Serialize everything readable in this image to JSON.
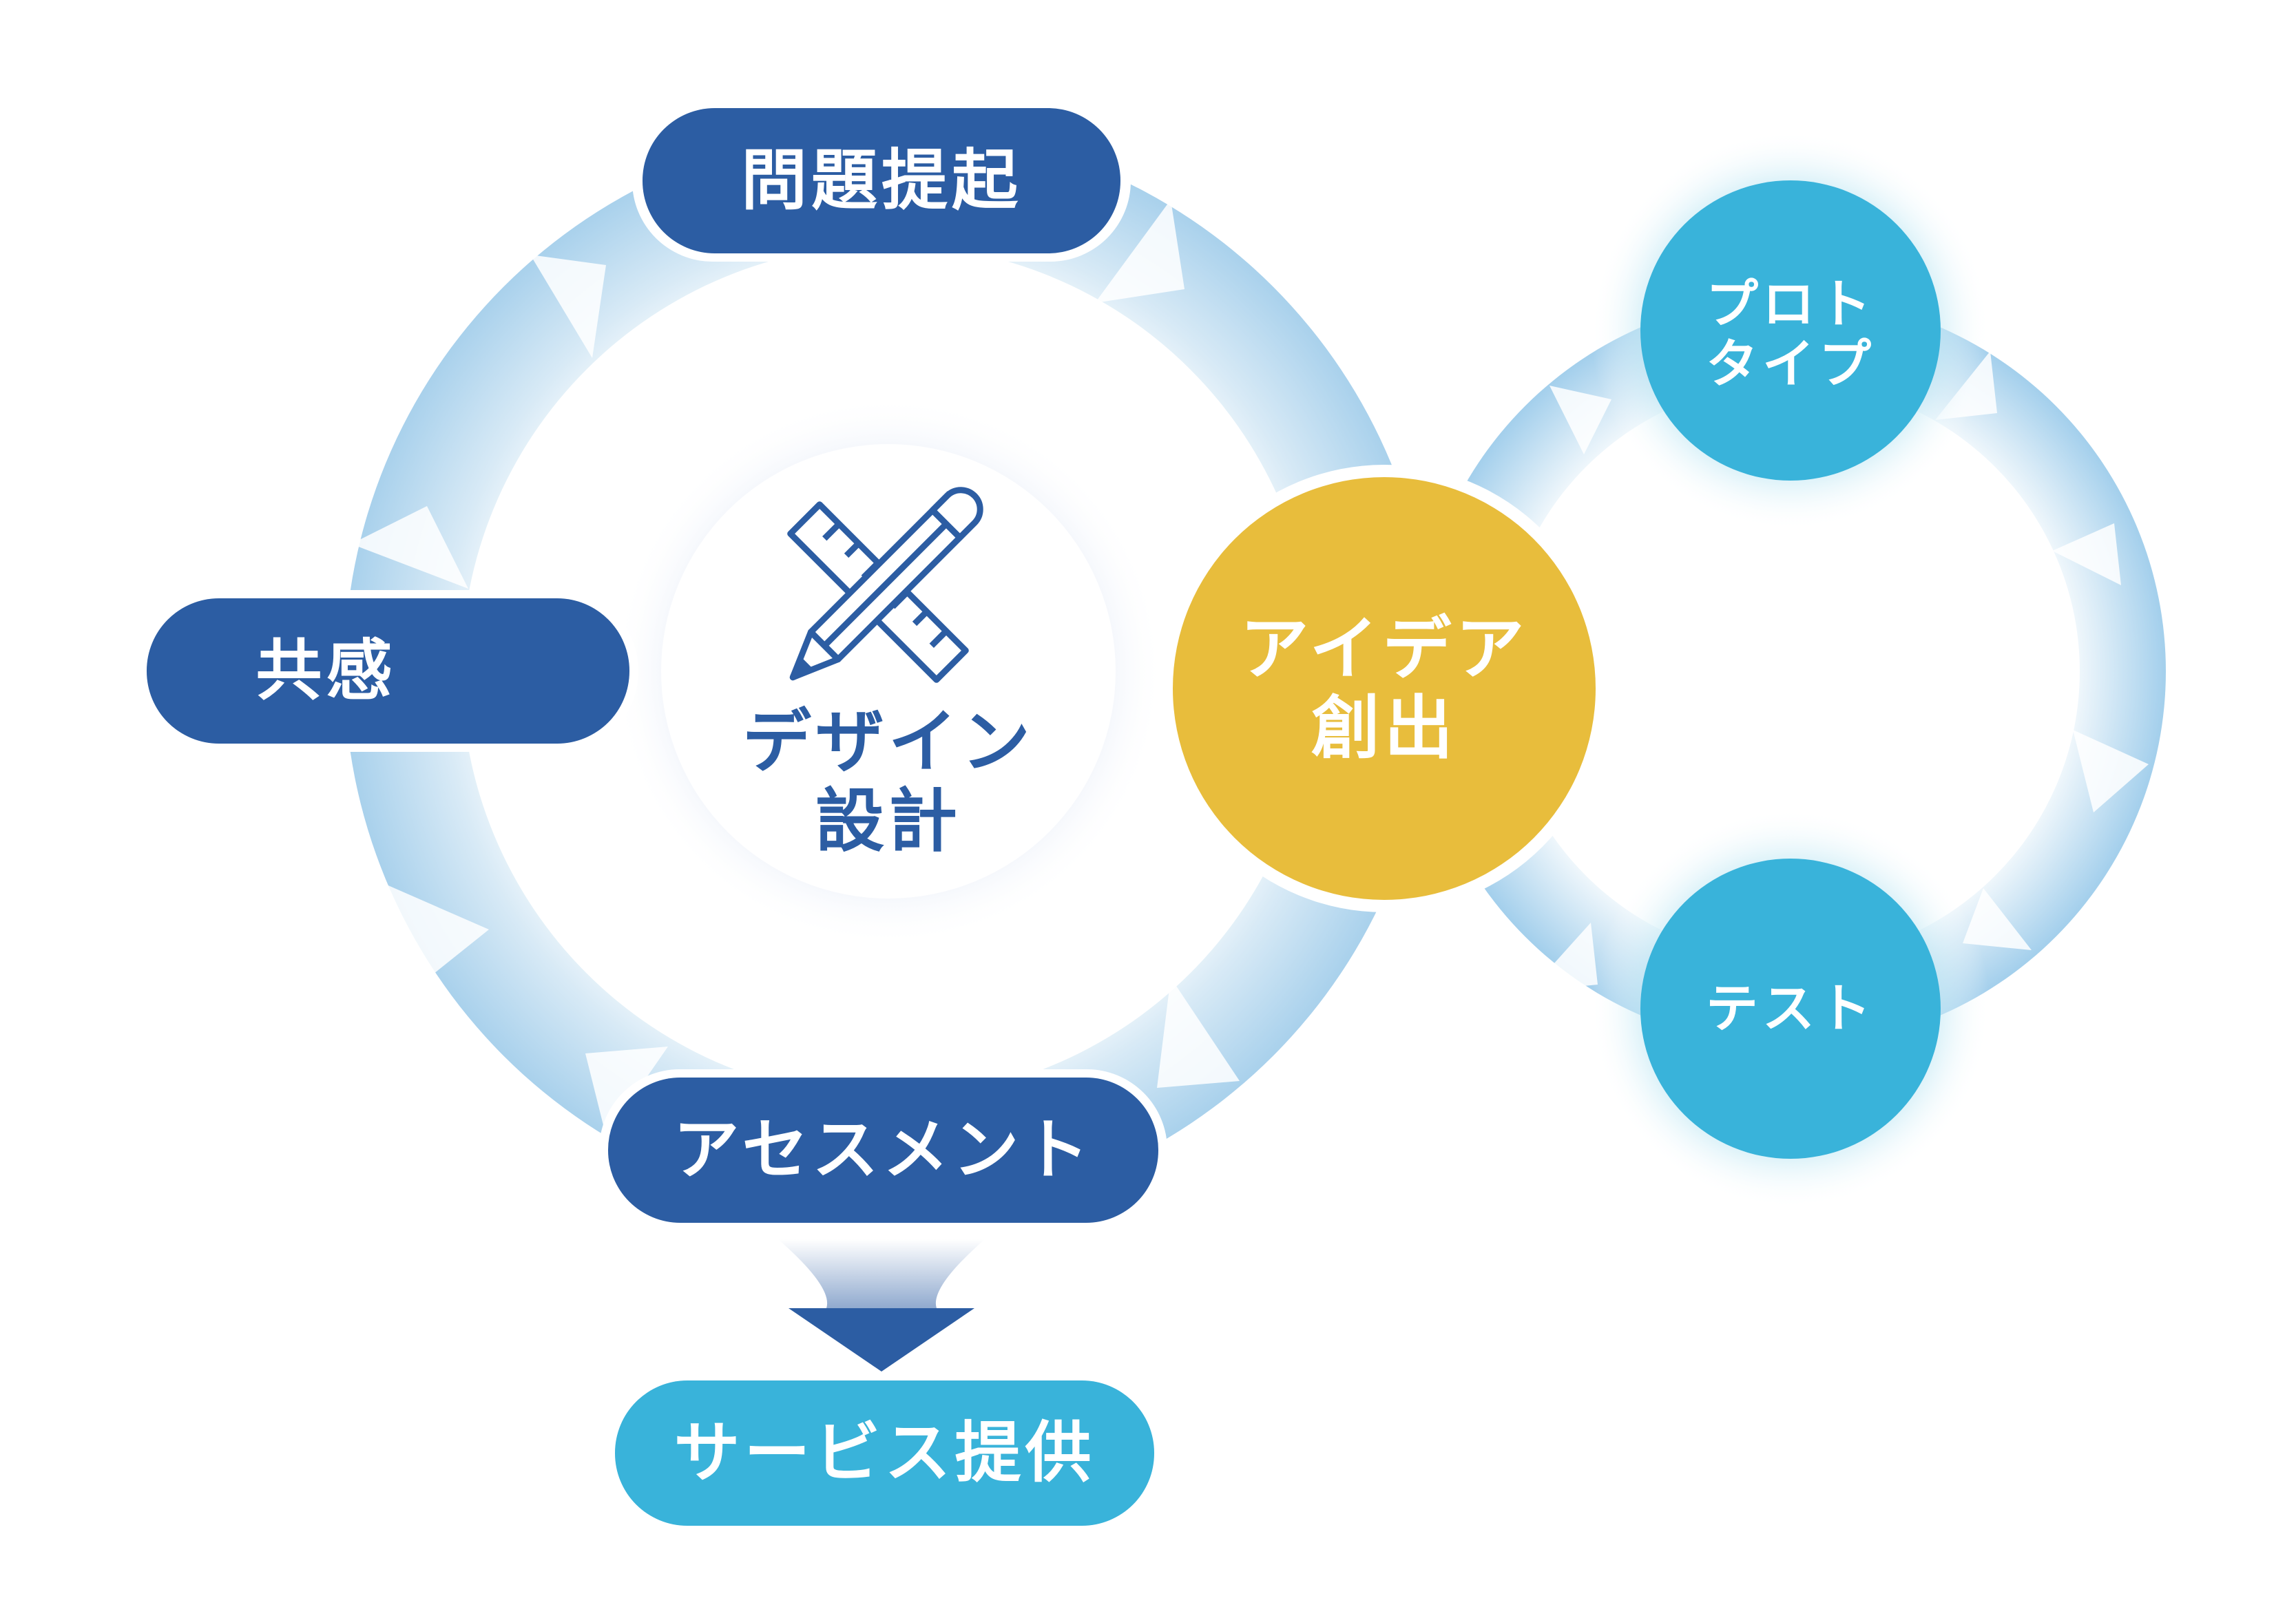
{
  "center": {
    "title_line1": "デザイン",
    "title_line2": "設計",
    "icon": "pencil-ruler-icon"
  },
  "steps": {
    "problem": "問題提起",
    "empathy": "共感",
    "assessment": "アセスメント",
    "service": "サービス提供"
  },
  "idea": {
    "line1": "アイデア",
    "line2": "創出"
  },
  "prototype": {
    "line1": "プロト",
    "line2": "タイプ"
  },
  "test": {
    "label": "テスト"
  },
  "colors": {
    "dark_blue": "#2c5da3",
    "light_blue": "#39b3da",
    "gold": "#e8bd3c",
    "arrow_blue": "#8ec4e6",
    "white": "#ffffff"
  }
}
